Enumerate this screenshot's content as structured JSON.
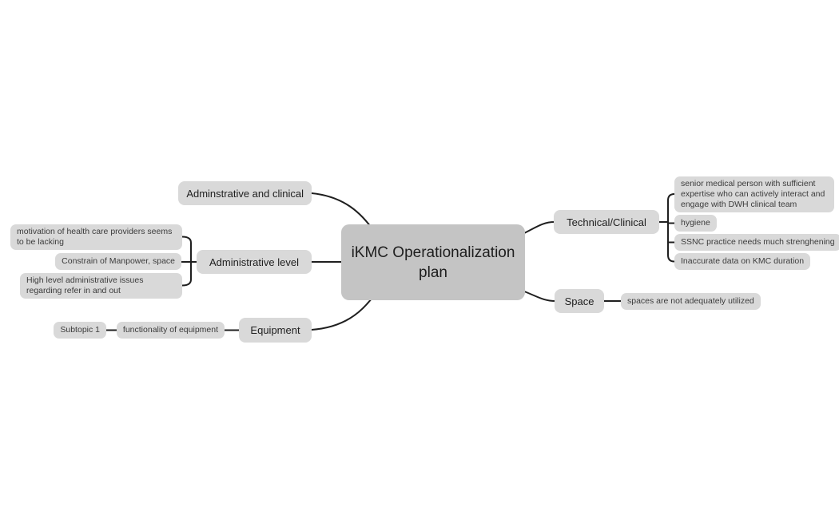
{
  "mindmap": {
    "central_topic": "iKMC Operationalization plan",
    "branches": [
      {
        "label": "Adminstrative and clinical",
        "children": []
      },
      {
        "label": "Administrative level",
        "children": [
          {
            "label": "motivation of health care providers seems to be lacking"
          },
          {
            "label": "Constrain of Manpower, space"
          },
          {
            "label": "High level administrative issues regarding refer in and out"
          }
        ]
      },
      {
        "label": "Equipment",
        "children": [
          {
            "label": "functionality of equipment",
            "children": [
              {
                "label": "Subtopic 1"
              }
            ]
          }
        ]
      },
      {
        "label": "Technical/Clinical",
        "children": [
          {
            "label": "senior medical person with sufficient expertise who can actively interact and engage with DWH clinical team"
          },
          {
            "label": "hygiene"
          },
          {
            "label": "SSNC practice needs much strenghening"
          },
          {
            "label": "Inaccurate data on KMC duration"
          }
        ]
      },
      {
        "label": "Space",
        "children": [
          {
            "label": "spaces are not adequately utilized"
          }
        ]
      }
    ],
    "colors": {
      "background": "#ffffff",
      "central_fill": "#c4c4c4",
      "topic_fill": "#d9d9d9",
      "connector": "#1f1f1f"
    }
  }
}
